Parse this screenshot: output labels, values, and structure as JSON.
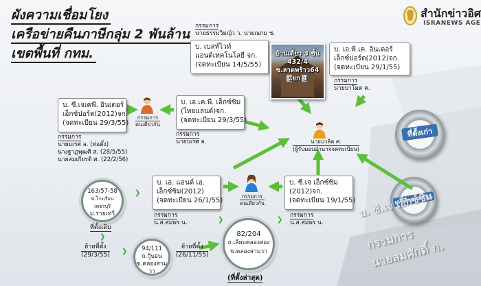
{
  "title_lines": [
    "ผังความเชื่อมโยง",
    "เครือข่ายคืนภาษีกลุ่ม 2 พันล้าน",
    "เขตพื้นที่ กทม."
  ],
  "agency": {
    "name_th": "สำนักข่าวอิศรา",
    "name_en": "ISRANEWS AGENCY"
  },
  "colors": {
    "arrow": "#5cbf3a",
    "box_border": "#8a8a8a",
    "circle_border": "#7f8c8d",
    "title": "#1b1b1b"
  },
  "nodes": {
    "bestwise": {
      "directors_label": "กรรมการ",
      "directors_names": "นายธรรมวิมญ์ว ว.   นายณกม ช.",
      "lines": [
        "บ. เบสท์ไวท์",
        "แอนด์เทคโนโลยี จก.",
        "(จดทะเบียน 14/5/55)"
      ],
      "photo_caption": [
        "บ้านเดี่ยว 3 ชั้น",
        "432/4",
        "ซ.ลาดพร้าว64",
        "แยก 4"
      ]
    },
    "js_inter": {
      "lines": [
        "บ. เอ.พี.เค. อินเตอร์",
        "เอ็กซ์ปอร์ต(2012)จก.",
        "(จดทะเบียน 29/1/55)"
      ],
      "directors_label": "กรรมการ",
      "directors_names": "นายบาโมด ค."
    },
    "cjk": {
      "lines": [
        "บ. ซี.เจเคพี. อินเตอร์",
        "เอ็กซ์ปอร์ต(2012)จก.",
        "(จดทะเบียน 29/3/55)"
      ],
      "directors_label": "กรรมการ",
      "directors_names": [
        "นายบเรศ ล. (ท่อตั้ง)",
        "นางฐาฏพุฒศิ ส. (28/5/55)",
        "นายสมเกียรติ ศ. (22/2/56)"
      ]
    },
    "apk_thai": {
      "lines": [
        "บ. เอ.เค.พี. เอ็กซ์ซิม",
        "(ไทยแลนด์)จก.",
        "(จดทะเบียน 29/3/55)"
      ],
      "directors_label": "กรรมการ",
      "directors_names": "นายบเรศ ล."
    },
    "person_left": {
      "lines": [
        "กรรมการ",
        "คนเดียวกัน"
      ]
    },
    "center_person": {
      "lines": [
        "นายบวลิด ศ.",
        "(ผู้รับมอบอำนาจจดทะเบียน)"
      ]
    },
    "ae": {
      "lines": [
        "บ. เอ. แอนด์ เอ.",
        "เอ็กซ์ซิม(2012)",
        "(จดทะเบียน 26/1/55)"
      ],
      "directors_label": "กรรมการ",
      "directors_names": "น.ส.สมพร น."
    },
    "person_mid": {
      "lines": [
        "กรรมการ",
        "คนเดียวกัน"
      ]
    },
    "cj": {
      "lines": [
        "บ. ซี.เจ เอ็กซ์ซิม",
        "(2012)จก.",
        "(จดทะเบียน 19/1/55)"
      ],
      "directors_label": "กรรมการ",
      "directors_names": "น.ส.สมพร น."
    },
    "loc1": {
      "lines": [
        "163/57-58",
        "ซ.โรงเรียนเพชรบุรี",
        "ม.รายเทวี"
      ],
      "caption": "ที่ตั้งเดิม"
    },
    "loc_move1": {
      "lines": [
        "ย้ายที่ตั้ง",
        "(29/3/55)"
      ]
    },
    "loc2": {
      "lines": [
        "94/111",
        "ถ.กู้บอน",
        "ข.คลองสามวา"
      ]
    },
    "loc_move2": {
      "lines": [
        "ย้ายที่ตั้ง",
        "(26/11/55)"
      ]
    },
    "loc3": {
      "lines": [
        "82/204",
        "ถ.เลียบคลองสอง",
        "ข.คลองสามวา"
      ],
      "caption": "(ที่ตั้งล่าสุด)"
    }
  },
  "decor": {
    "seal_top": "ที่ตั้งเก่า",
    "seal_bottom": "เลขที่จดทะเบียน",
    "doc_lines": [
      "บ. ซี.เจ เอ็กซ์ซิม",
      "กรรมการ",
      "นายสมศักดิ์ ก."
    ]
  }
}
